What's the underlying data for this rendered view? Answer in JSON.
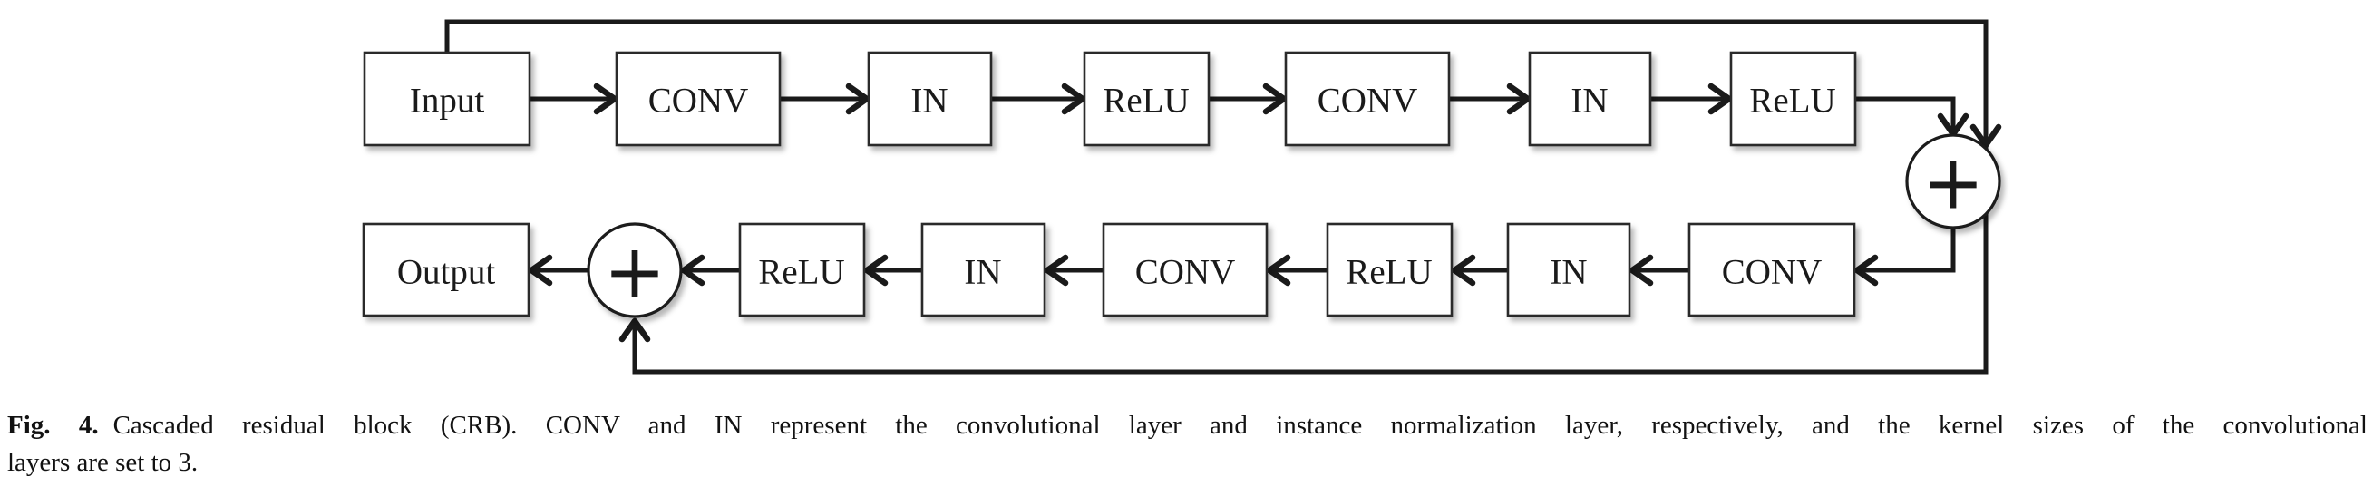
{
  "figure": {
    "colors": {
      "line": "#1a1a1a",
      "box_border": "#2a2a2a",
      "box_fill": "#ffffff",
      "text": "#1a1a1a",
      "background": "#ffffff"
    },
    "nodes": {
      "input": {
        "label": "Input"
      },
      "top_conv1": {
        "label": "CONV"
      },
      "top_in1": {
        "label": "IN"
      },
      "top_relu1": {
        "label": "ReLU"
      },
      "top_conv2": {
        "label": "CONV"
      },
      "top_in2": {
        "label": "IN"
      },
      "top_relu2": {
        "label": "ReLU"
      },
      "adder1": {
        "label": "+"
      },
      "bottom_conv1": {
        "label": "CONV"
      },
      "bottom_in1": {
        "label": "IN"
      },
      "bottom_relu1": {
        "label": "ReLU"
      },
      "bottom_conv2": {
        "label": "CONV"
      },
      "bottom_in2": {
        "label": "IN"
      },
      "bottom_relu2": {
        "label": "ReLU"
      },
      "adder2": {
        "label": "+"
      },
      "output": {
        "label": "Output"
      }
    }
  },
  "caption": {
    "label": "Fig. 4.",
    "line1": "Cascaded residual block (CRB). CONV and IN represent the convolutional layer and instance normalization layer, respectively, and the kernel sizes of the convolutional",
    "line2": "layers are set to 3."
  }
}
